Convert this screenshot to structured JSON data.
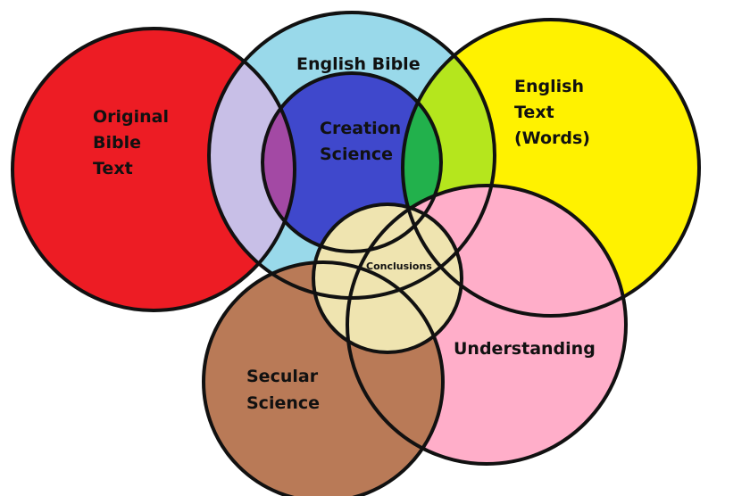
{
  "diagram": {
    "type": "venn",
    "sets": [
      {
        "id": "original",
        "lines": [
          "Original",
          "Bible",
          "Text"
        ],
        "color": "#ed1c24"
      },
      {
        "id": "english_bible",
        "lines": [
          "English Bible"
        ],
        "color": "#99d9ea"
      },
      {
        "id": "english_text",
        "lines": [
          "English",
          "Text",
          "(Words)"
        ],
        "color": "#fff200"
      },
      {
        "id": "understanding",
        "lines": [
          "Understanding"
        ],
        "color": "#ffaec9"
      },
      {
        "id": "secular",
        "lines": [
          "Secular",
          "Science"
        ],
        "color": "#b97a57"
      },
      {
        "id": "creation",
        "lines": [
          "Creation",
          "Science"
        ],
        "color": "#3f48cc"
      },
      {
        "id": "conclusions",
        "lines": [
          "Conclusions"
        ],
        "color": "#efe4b0"
      }
    ],
    "overlap_colors": {
      "original_english_bible": "#c8bfe7",
      "original_creation": "#a349a4",
      "english_bible_english_text": "#b5e61d",
      "creation_english_text": "#22b14c"
    }
  }
}
